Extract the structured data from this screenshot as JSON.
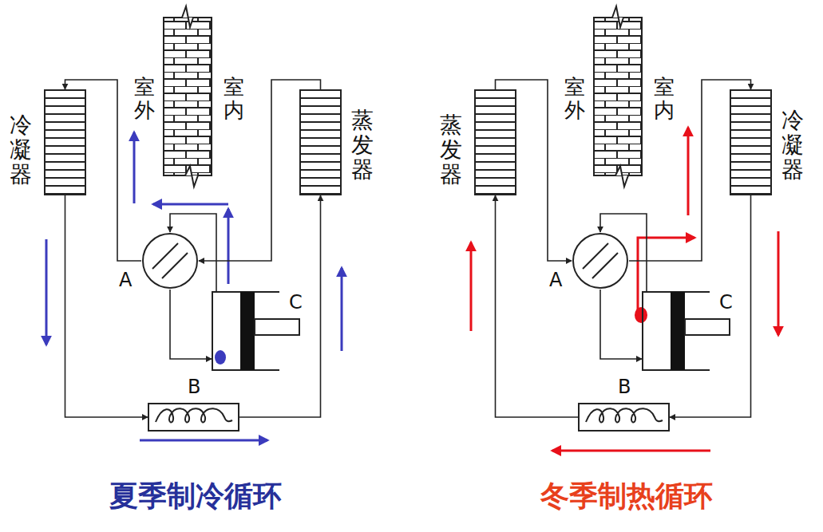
{
  "diagram": {
    "nodes": [
      {
        "text": [
          "冷凝器"
        ]
      },
      {
        "text": [
          "蒸发器"
        ]
      },
      {
        "text": [
          "A"
        ]
      },
      {
        "text": [
          "C"
        ]
      },
      {
        "text": [
          "B"
        ]
      },
      {
        "text": [
          "蒸发器"
        ]
      },
      {
        "text": [
          "冷凝器"
        ]
      },
      {
        "text": [
          "A"
        ]
      },
      {
        "text": [
          "C"
        ]
      },
      {
        "text": [
          "B"
        ]
      }
    ],
    "edges": [
      {
        "from": 3,
        "to": 2,
        "arrow": "to"
      },
      {
        "from": 2,
        "to": 0,
        "arrow": "to"
      },
      {
        "from": 0,
        "to": 4,
        "arrow": "to"
      },
      {
        "from": 4,
        "to": 1,
        "arrow": "to"
      },
      {
        "from": 1,
        "to": 2,
        "arrow": "to"
      },
      {
        "from": 2,
        "to": 3,
        "arrow": "to"
      },
      {
        "from": 8,
        "to": 7,
        "arrow": "to"
      },
      {
        "from": 7,
        "to": 6,
        "arrow": "to"
      },
      {
        "from": 6,
        "to": 9,
        "arrow": "to"
      },
      {
        "from": 9,
        "to": 5,
        "arrow": "to"
      },
      {
        "from": 5,
        "to": 7,
        "arrow": "to"
      },
      {
        "from": 7,
        "to": 8,
        "arrow": "to"
      }
    ],
    "labels": [
      "室外",
      "室内",
      "夏季制冷循环",
      "室外",
      "室内",
      "冬季制热循环"
    ]
  }
}
